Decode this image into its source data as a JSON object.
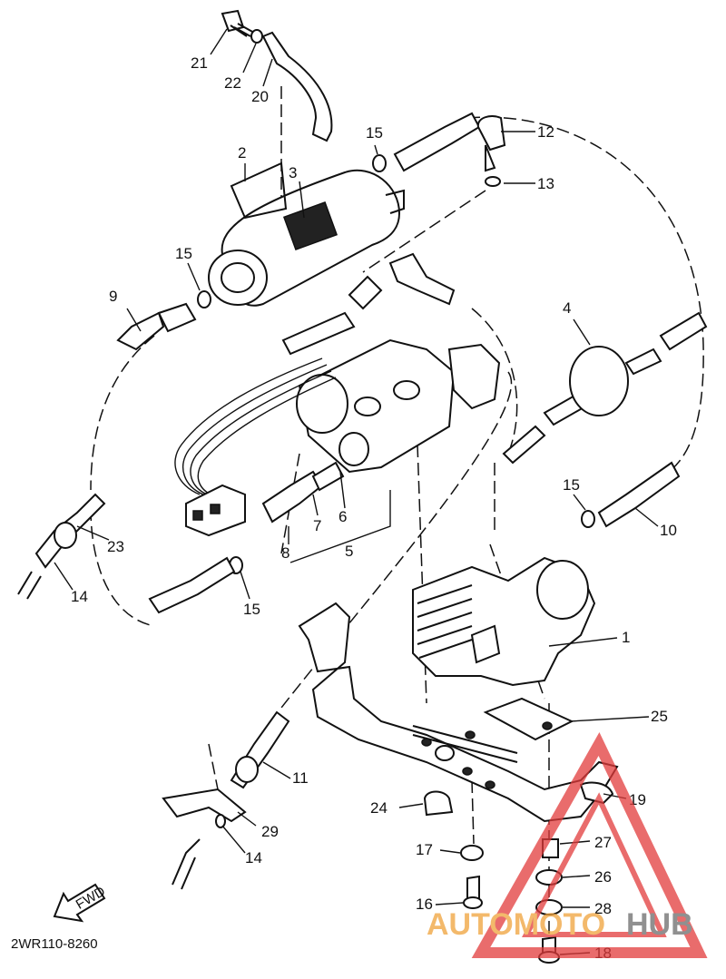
{
  "diagram": {
    "code": "2WR110-8260",
    "fwd_label": "FWD",
    "part_numbers": [
      "1",
      "2",
      "3",
      "4",
      "5",
      "6",
      "7",
      "8",
      "9",
      "10",
      "11",
      "12",
      "13",
      "14",
      "15",
      "16",
      "17",
      "18",
      "19",
      "20",
      "21",
      "22",
      "23",
      "24",
      "25",
      "26",
      "27",
      "28",
      "29"
    ],
    "labels": {
      "p1": "1",
      "p2": "2",
      "p3": "3",
      "p4": "4",
      "p5": "5",
      "p6": "6",
      "p7": "7",
      "p8": "8",
      "p9": "9",
      "p10": "10",
      "p11": "11",
      "p12": "12",
      "p13": "13",
      "p14a": "14",
      "p14b": "14",
      "p15a": "15",
      "p15b": "15",
      "p15c": "15",
      "p15d": "15",
      "p16": "16",
      "p17": "17",
      "p18": "18",
      "p19": "19",
      "p20": "20",
      "p21": "21",
      "p22": "22",
      "p23": "23",
      "p24": "24",
      "p25": "25",
      "p26": "26",
      "p27": "27",
      "p28": "28",
      "p29": "29"
    }
  },
  "watermark": {
    "part1": "AUTOMOTO",
    "part2": "HUB",
    "color_red": "#e23b3b",
    "color_orange": "#f0a23a",
    "color_gray": "#6b6b6b"
  }
}
